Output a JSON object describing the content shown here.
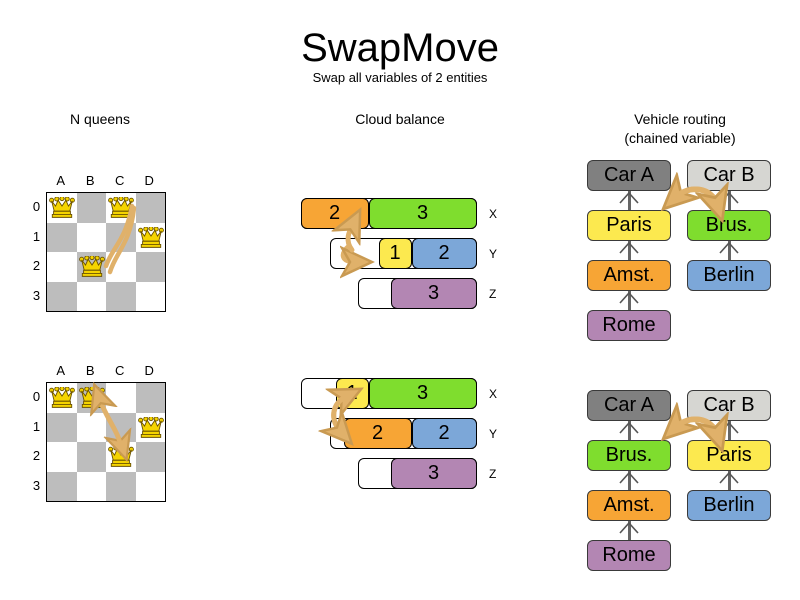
{
  "header": {
    "title": "SwapMove",
    "subtitle": "Swap all variables of 2 entities"
  },
  "colors": {
    "orange": "#F7A535",
    "green": "#7FDD2E",
    "yellow": "#FCE94F",
    "blue": "#7CA7D8",
    "purple": "#B386B3",
    "gray_dark": "#808080",
    "gray_light": "#D6D6D2",
    "board_dark": "#BDBDBD",
    "board_light": "#FFFFFF",
    "arrow": "#E0B16A",
    "queen": "#F5D400"
  },
  "panels": {
    "nqueens": {
      "heading": "N queens"
    },
    "cloud": {
      "heading": "Cloud balance"
    },
    "routing": {
      "heading_line1": "Vehicle routing",
      "heading_line2": "(chained variable)"
    }
  },
  "nqueens": {
    "files": [
      "A",
      "B",
      "C",
      "D"
    ],
    "ranks": [
      "0",
      "1",
      "2",
      "3"
    ],
    "before": {
      "queens": [
        {
          "file": 0,
          "rank": 0
        },
        {
          "file": 2,
          "rank": 0
        },
        {
          "file": 3,
          "rank": 1
        },
        {
          "file": 1,
          "rank": 2
        }
      ]
    },
    "after": {
      "queens": [
        {
          "file": 0,
          "rank": 0
        },
        {
          "file": 1,
          "rank": 0
        },
        {
          "file": 3,
          "rank": 1
        },
        {
          "file": 2,
          "rank": 2
        }
      ]
    }
  },
  "cloud": {
    "row_labels": [
      "X",
      "Y",
      "Z"
    ],
    "before": [
      {
        "label": "X",
        "segments": [
          {
            "value": "2",
            "color": "#F7A535",
            "width": 68
          },
          {
            "value": "3",
            "color": "#7FDD2E",
            "width": 108
          }
        ]
      },
      {
        "label": "Y",
        "segments": [
          {
            "value": "1",
            "color": "#FCE94F",
            "width": 33
          },
          {
            "value": "2",
            "color": "#7CA7D8",
            "width": 65
          }
        ]
      },
      {
        "label": "Z",
        "segments": [
          {
            "value": "3",
            "color": "#B386B3",
            "width": 86
          }
        ]
      }
    ],
    "after": [
      {
        "label": "X",
        "segments": [
          {
            "value": "1",
            "color": "#FCE94F",
            "width": 33
          },
          {
            "value": "3",
            "color": "#7FDD2E",
            "width": 108
          }
        ]
      },
      {
        "label": "Y",
        "segments": [
          {
            "value": "2",
            "color": "#F7A535",
            "width": 68
          },
          {
            "value": "2",
            "color": "#7CA7D8",
            "width": 65
          }
        ]
      },
      {
        "label": "Z",
        "segments": [
          {
            "value": "3",
            "color": "#B386B3",
            "width": 86
          }
        ]
      }
    ]
  },
  "routing": {
    "before": {
      "left_chain": [
        {
          "label": "Car A",
          "color": "#808080"
        },
        {
          "label": "Paris",
          "color": "#FCE94F"
        },
        {
          "label": "Amst.",
          "color": "#F7A535"
        },
        {
          "label": "Rome",
          "color": "#B386B3"
        }
      ],
      "right_chain": [
        {
          "label": "Car B",
          "color": "#D6D6D2"
        },
        {
          "label": "Brus.",
          "color": "#7FDD2E"
        },
        {
          "label": "Berlin",
          "color": "#7CA7D8"
        }
      ]
    },
    "after": {
      "left_chain": [
        {
          "label": "Car A",
          "color": "#808080"
        },
        {
          "label": "Brus.",
          "color": "#7FDD2E"
        },
        {
          "label": "Amst.",
          "color": "#F7A535"
        },
        {
          "label": "Rome",
          "color": "#B386B3"
        }
      ],
      "right_chain": [
        {
          "label": "Car B",
          "color": "#D6D6D2"
        },
        {
          "label": "Paris",
          "color": "#FCE94F"
        },
        {
          "label": "Berlin",
          "color": "#7CA7D8"
        }
      ]
    }
  }
}
